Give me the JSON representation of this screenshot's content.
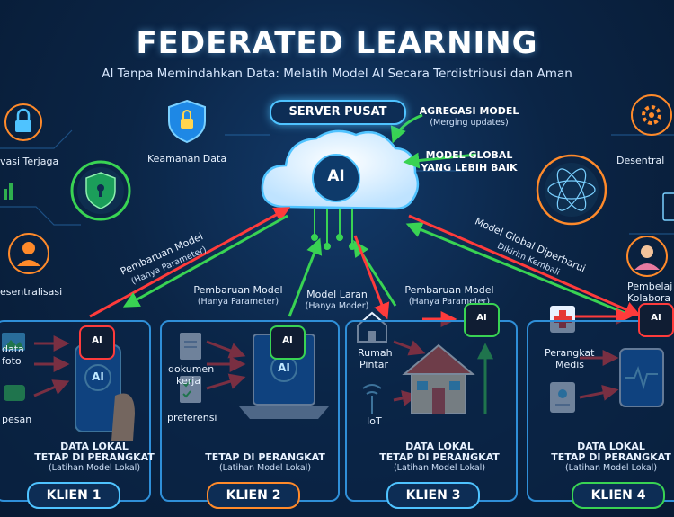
{
  "title": "FEDERATED LEARNING",
  "subtitle": "AI Tanpa Memindahkan Data: Melatih Model AI Secara Terdistribusi dan Aman",
  "server": {
    "label": "SERVER PUSAT",
    "cloud_text": "AI"
  },
  "aggregation": {
    "label": "AGREGASI MODEL",
    "sub": "(Merging updates)"
  },
  "global_model": {
    "line1": "MODEL GLOBAL",
    "line2": "YANG LEBIH BAIK"
  },
  "left_features": {
    "privacy": "vasi Terjaga",
    "security": "Keamanan Data",
    "decentral": "esentralisasi"
  },
  "right_features": {
    "decentral": "Desentral",
    "collab1": "Pembelaj",
    "collab2": "Kolabora"
  },
  "arrows": {
    "update_left": {
      "line1": "Pembaruan Model",
      "line2": "(Hanya Parameter)"
    },
    "update_2": {
      "line1": "Pembaruan Model",
      "line2": "(Hanya Parameter)"
    },
    "model_lokal": {
      "line1": "Model Laran",
      "line2": "(Hanya Moder)"
    },
    "update_3": {
      "line1": "Pembaruan Model",
      "line2": "(Hanya Parameter)"
    },
    "global_updated": {
      "line1": "Model Global Diperbarui",
      "line2": "Dikirim Kembali"
    }
  },
  "clients": [
    {
      "badge": "KLIEN 1",
      "items": [
        "data",
        "foto",
        "pesan"
      ],
      "device_text": "AI",
      "chip": "AI",
      "local1": "DATA LOKAL",
      "local2": "TETAP DI PERANGKAT",
      "local3": "(Latihan Model Lokal)"
    },
    {
      "badge": "KLIEN 2",
      "items": [
        "dokumen",
        "kerja",
        "preferensi"
      ],
      "device_text": "AI",
      "chip": "AI",
      "local1": "TETAP DI PERANGKAT",
      "local2": "(Latihan Model Lokal)"
    },
    {
      "badge": "KLIEN 3",
      "items": [
        "Rumah",
        "Pintar",
        "IoT"
      ],
      "chip": "AI",
      "local1": "DATA LOKAL",
      "local2": "TETAP DI PERANGKAT",
      "local3": "(Latihan Model Lokal)"
    },
    {
      "badge": "KLIEN 4",
      "items": [
        "Perangkat",
        "Medis"
      ],
      "chip": "AI",
      "local1": "DATA LOKAL",
      "local2": "TETAP DI PERANGKAT",
      "local3": "(Latihan Model Lokal)"
    }
  ],
  "colors": {
    "blue": "#4fc3ff",
    "red": "#ff3b3b",
    "green": "#39d353",
    "orange": "#ff8a2a"
  }
}
